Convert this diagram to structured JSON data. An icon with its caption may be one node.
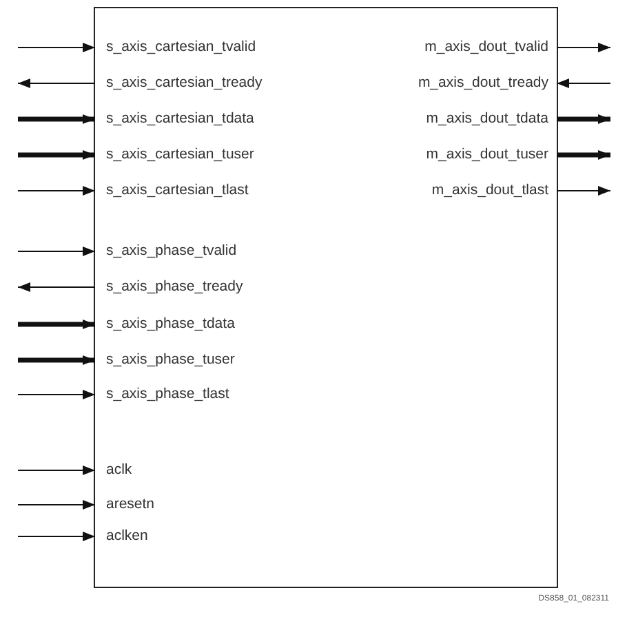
{
  "diagram": {
    "nodes": [
      {
        "text": [],
        "shape": "box"
      },
      {
        "text": [
          "s_axis_cartesian_tvalid"
        ],
        "in": 0
      },
      {
        "text": [
          "m_axis_dout_tvalid"
        ],
        "in": 0
      },
      {
        "text": [
          "s_axis_cartesian_tready"
        ],
        "in": 0
      },
      {
        "text": [
          "m_axis_dout_tready"
        ],
        "in": 0
      },
      {
        "text": [
          "s_axis_cartesian_tdata"
        ],
        "in": 0
      },
      {
        "text": [
          "m_axis_dout_tdata"
        ],
        "in": 0
      },
      {
        "text": [
          "s_axis_cartesian_tuser"
        ],
        "in": 0
      },
      {
        "text": [
          "m_axis_dout_tuser"
        ],
        "in": 0
      },
      {
        "text": [
          "s_axis_cartesian_tlast"
        ],
        "in": 0
      },
      {
        "text": [
          "m_axis_dout_tlast"
        ],
        "in": 0
      },
      {
        "text": [
          "s_axis_phase_tvalid"
        ],
        "in": 0
      },
      {
        "text": [
          "s_axis_phase_tready"
        ],
        "in": 0
      },
      {
        "text": [
          "s_axis_phase_tdata"
        ],
        "in": 0
      },
      {
        "text": [
          "s_axis_phase_tuser"
        ],
        "in": 0
      },
      {
        "text": [
          "s_axis_phase_tlast"
        ],
        "in": 0
      },
      {
        "text": [
          "aclk"
        ],
        "in": 0
      },
      {
        "text": [
          "aresetn"
        ],
        "in": 0
      },
      {
        "text": [
          "aclken"
        ],
        "in": 0
      }
    ],
    "edges": [
      {
        "from": null,
        "to": 1,
        "arrow": "to"
      },
      {
        "from": 2,
        "to": null,
        "arrow": "to"
      },
      {
        "from": 3,
        "to": null,
        "arrow": "to"
      },
      {
        "from": null,
        "to": 4,
        "arrow": "to"
      },
      {
        "from": null,
        "to": 5,
        "arrow": "to",
        "style": "thick"
      },
      {
        "from": 6,
        "to": null,
        "arrow": "to",
        "style": "thick"
      },
      {
        "from": null,
        "to": 7,
        "arrow": "to",
        "style": "thick"
      },
      {
        "from": 8,
        "to": null,
        "arrow": "to",
        "style": "thick"
      },
      {
        "from": null,
        "to": 9,
        "arrow": "to"
      },
      {
        "from": 10,
        "to": null,
        "arrow": "to"
      },
      {
        "from": null,
        "to": 11,
        "arrow": "to"
      },
      {
        "from": 12,
        "to": null,
        "arrow": "to"
      },
      {
        "from": null,
        "to": 13,
        "arrow": "to",
        "style": "thick"
      },
      {
        "from": null,
        "to": 14,
        "arrow": "to",
        "style": "thick"
      },
      {
        "from": null,
        "to": 15,
        "arrow": "to"
      },
      {
        "from": null,
        "to": 16,
        "arrow": "to"
      },
      {
        "from": null,
        "to": 17,
        "arrow": "to"
      },
      {
        "from": null,
        "to": 18,
        "arrow": "to"
      }
    ],
    "labels": [
      "DS858_01_082311"
    ]
  }
}
